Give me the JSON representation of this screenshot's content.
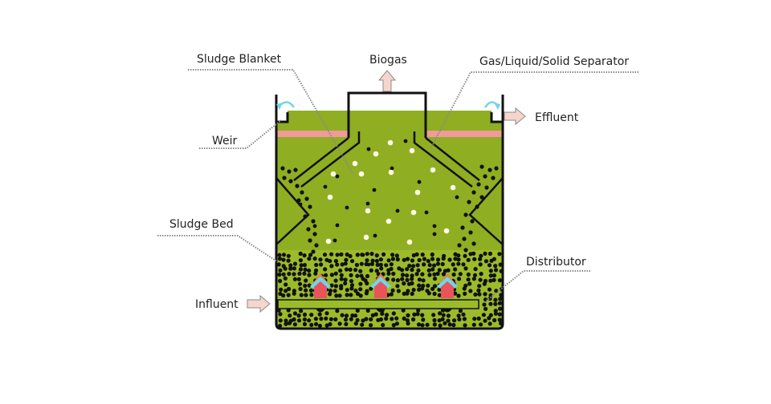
{
  "diagram": {
    "title": "UASB Reactor",
    "labels": {
      "sludge_blanket": "Sludge Blanket",
      "biogas": "Biogas",
      "separator": "Gas/Liquid/Solid Separator",
      "weir": "Weir",
      "effluent": "Effluent",
      "sludge_bed": "Sludge Bed",
      "distributor": "Distributor",
      "influent": "Influent"
    },
    "colors": {
      "liquid": "#8fae22",
      "sludge_bed_liquid": "#9cbb2a",
      "scum_band": "#f19a9a",
      "tank_outline": "#111111",
      "granule": "#111111",
      "gas_bubble": "#fffbe8",
      "flow_arrow": "#f6d5cc",
      "weir_arrow": "#6fd6ea",
      "nozzle_red": "#e8545a",
      "nozzle_cyan": "#6fd6ea",
      "nozzle_orange": "#ec7a4e"
    },
    "distributor_nozzles": 3
  }
}
